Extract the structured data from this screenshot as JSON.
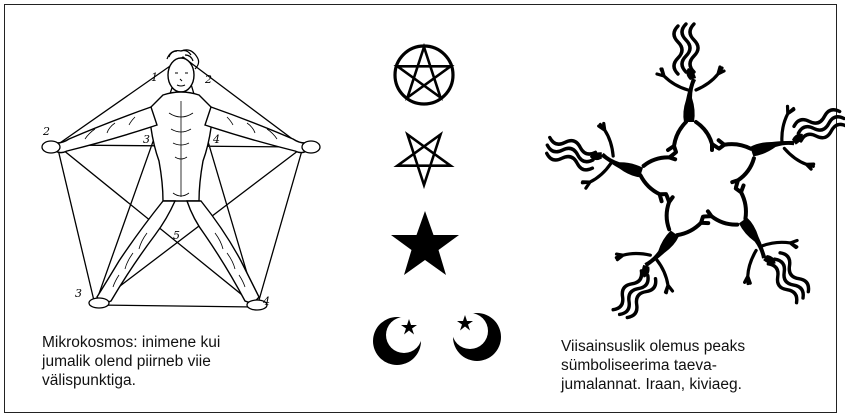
{
  "captions": {
    "left": "Mikrokosmos: inimene kui\njumalik olend piirneb viie\nvälispunktiga.",
    "right": "Viisainsuslik olemus peaks\nsümboliseerima taeva-\njumalannat. Iraan, kiviaeg."
  },
  "vitruvian": {
    "point_labels": [
      "1",
      "2",
      "2",
      "3",
      "4",
      "5",
      "3",
      "4"
    ]
  },
  "symbols": [
    "circled-pentagram-icon",
    "pentagram-outline-icon",
    "filled-star-icon",
    "crescent-star-icon",
    "crescent-star-icon"
  ],
  "colors": {
    "ink": "#000000",
    "background": "#ffffff",
    "frame": "#222222"
  }
}
